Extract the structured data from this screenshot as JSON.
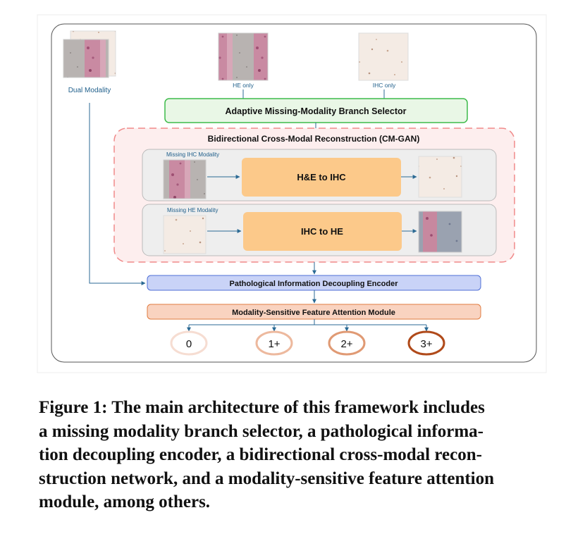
{
  "figure": {
    "dual_modality_label": "Dual Modality",
    "he_only_label": "HE only",
    "ihc_only_label": "IHC only",
    "branch_selector_label": "Adaptive Missing-Modality Branch Selector",
    "cmgan_title": "Bidirectional Cross-Modal Reconstruction (CM-GAN)",
    "missing_ihc_label": "Missing IHC Modality",
    "missing_he_label": "Missing HE Modality",
    "he_to_ihc_label": "H&E to IHC",
    "ihc_to_he_label": "IHC to HE",
    "encoder_label": "Pathological Information Decoupling Encoder",
    "attention_label": "Modality-Sensitive Feature Attention Module",
    "score_0": "0",
    "score_1": "1+",
    "score_2": "2+",
    "score_3": "3+",
    "colors": {
      "selector_fill": "#e9f7e6",
      "selector_stroke": "#3dbb4a",
      "dashed_stroke": "#f08a8a",
      "dashed_fill": "#fdeeee",
      "block_fill": "#fcc98a",
      "encoder_fill": "#c9d3f7",
      "encoder_stroke": "#4f6fd6",
      "attention_fill": "#f9d3c0",
      "attention_stroke": "#e07b3f",
      "arrow": "#2b6a94",
      "label_blue": "#1f5f8b"
    }
  },
  "caption": {
    "line1": "Figure 1: The main architecture of this framework includes",
    "line2": "a missing modality branch selector, a pathological informa-",
    "line3": "tion decoupling encoder, a bidirectional cross-modal recon-",
    "line4": "struction network, and a modality-sensitive feature attention",
    "line5": "module, among others."
  }
}
